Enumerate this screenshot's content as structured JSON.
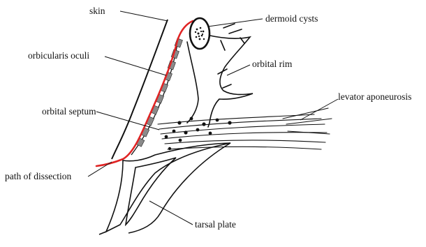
{
  "labels": {
    "skin": "skin",
    "dermoid_cysts": "dermoid cysts",
    "orbicularis_oculi": "orbicularis oculi",
    "orbital_rim": "orbital rim",
    "orbital_septum": "orbital septum",
    "levator_aponeurosis": "levator aponeurosis",
    "path_of_dissection": "path of dissection",
    "tarsal_plate": "tarsal plate"
  },
  "colors": {
    "dissection_path": "#e02424",
    "line": "#111111",
    "muscle_block": "#8a8a8a"
  }
}
